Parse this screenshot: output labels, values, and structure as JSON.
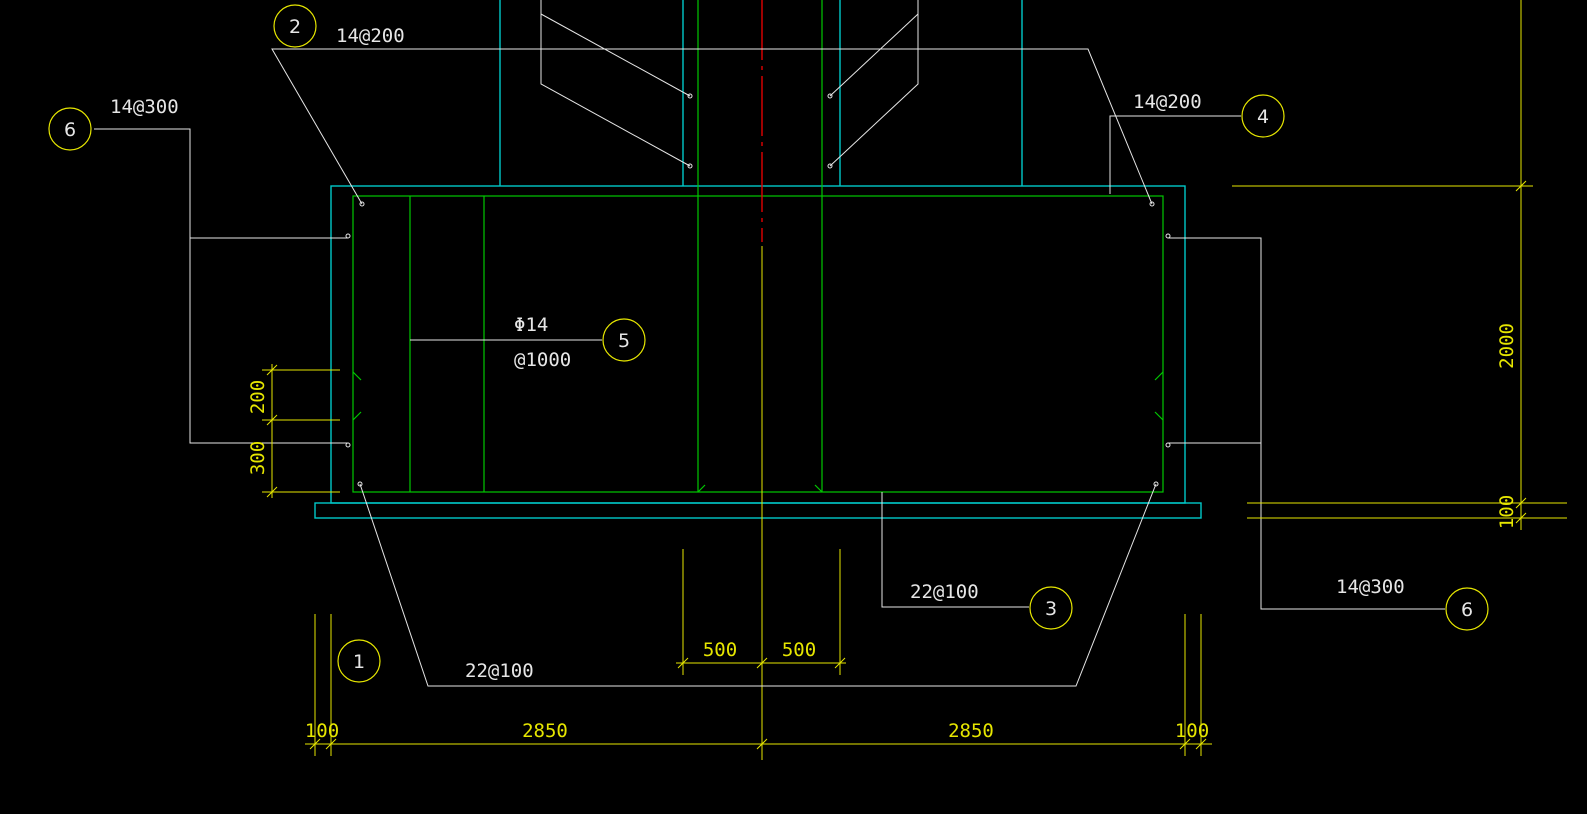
{
  "colors": {
    "background": "#000000",
    "concrete": "#00c8c8",
    "rebar": "#00c800",
    "leader": "#e6e6e6",
    "dimension": "#e6e600",
    "centerline": "#e00000",
    "text_white": "#e6e6e6",
    "text_yellow": "#e6e600"
  },
  "rebar_labels": {
    "bar2": "14@200",
    "bar6_left": "14@300",
    "bar4": "14@200",
    "bar5_dia": "Φ14",
    "bar5_spacing": "@1000",
    "bar3": "22@100",
    "bar1": "22@100",
    "bar6_right": "14@300"
  },
  "markers": {
    "m1": "1",
    "m2": "2",
    "m3": "3",
    "m4": "4",
    "m5": "5",
    "m6_left": "6",
    "m6_right": "6"
  },
  "dimensions": {
    "edge_left": "100",
    "half_left": "2850",
    "half_right": "2850",
    "edge_right": "100",
    "col_left": "500",
    "col_right": "500",
    "side_200": "200",
    "side_300": "300",
    "height_2000": "2000",
    "height_100": "100"
  }
}
